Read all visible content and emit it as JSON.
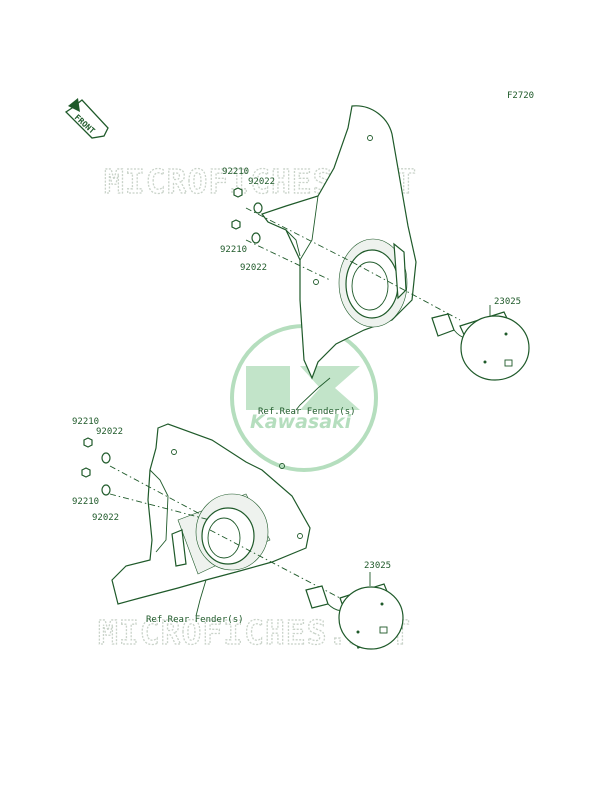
{
  "figure_code": "F2720",
  "front_label": "FRONT",
  "watermark": {
    "text": "MICROFICHES.NET",
    "color": "#c9d3c9"
  },
  "logo": {
    "text": "Kawasaki",
    "color": "#2fa34a"
  },
  "ink_color": "#1f5a2a",
  "upper_assembly": {
    "nut_top": "92210",
    "washer_top": "92022",
    "nut_bottom": "92210",
    "washer_bottom": "92022",
    "lamp": "23025",
    "ref_text": "Ref.Rear Fender(s)"
  },
  "lower_assembly": {
    "nut_top": "92210",
    "washer_top": "92022",
    "nut_bottom": "92210",
    "washer_bottom": "92022",
    "lamp": "23025",
    "ref_text": "Ref.Rear Fender(s)"
  }
}
